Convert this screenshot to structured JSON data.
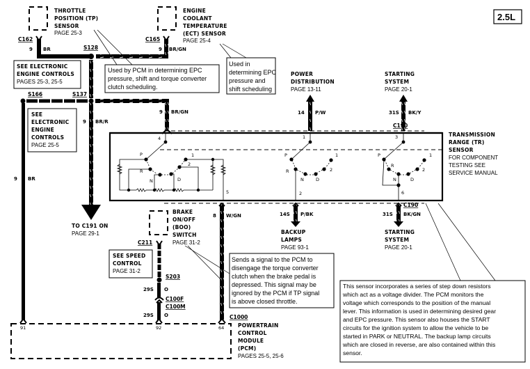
{
  "engine_badge": "2.5L",
  "components": {
    "tp_sensor": {
      "lines": [
        "THROTTLE",
        "POSITION (TP)",
        "SENSOR"
      ],
      "page": "PAGE 25-3",
      "connector": "C162",
      "wire_circuit": "9",
      "wire_color": "BR"
    },
    "ect_sensor": {
      "lines": [
        "ENGINE",
        "COOLANT",
        "TEMPERATURE",
        "(ECT) SENSOR"
      ],
      "page": "PAGE 25-4",
      "connector": "C165",
      "wire_circuit": "9",
      "wire_color": "BR/GN"
    },
    "power_distribution": {
      "lines": [
        "POWER",
        "DISTRIBUTION"
      ],
      "page": "PAGE 13-11",
      "wire_circuit": "14",
      "wire_color": "P/W",
      "pin": "1"
    },
    "starting_system_top": {
      "lines": [
        "STARTING",
        "SYSTEM"
      ],
      "page": "PAGE 20-1",
      "wire_circuit": "31S",
      "wire_color": "BK/Y",
      "pin": "3"
    },
    "tr_sensor": {
      "lines": [
        "TRANSMISSION",
        "RANGE (TR)",
        "SENSOR"
      ],
      "notes": [
        "FOR COMPONENT",
        "TESTING SEE",
        "SERVICE MANUAL"
      ],
      "connector_top": "C190",
      "connector_bottom": "C190"
    },
    "backup_lamps": {
      "lines": [
        "BACKUP",
        "LAMPS"
      ],
      "page": "PAGE 93-1",
      "wire_circuit": "14S",
      "wire_color": "P/BK",
      "pin": "2"
    },
    "starting_system_bottom": {
      "lines": [
        "STARTING",
        "SYSTEM"
      ],
      "page": "PAGE 20-1",
      "wire_circuit": "31S",
      "wire_color": "BK/GN",
      "pin": "6"
    },
    "boo_switch": {
      "lines": [
        "BRAKE",
        "ON/OFF",
        "(BOO)",
        "SWITCH"
      ],
      "page": "PAGE 31-2",
      "connector": "C211"
    },
    "pcm": {
      "lines": [
        "POWERTRAIN",
        "CONTROL",
        "MODULE",
        "(PCM)"
      ],
      "page": "PAGES 25-5, 25-6",
      "connector": "C1000",
      "pins": [
        "91",
        "92",
        "64"
      ]
    }
  },
  "references": {
    "eec_top": {
      "lines": [
        "SEE ELECTRONIC",
        "ENGINE CONTROLS"
      ],
      "page": "PAGES 25-3, 25-5"
    },
    "eec_left": {
      "lines": [
        "SEE",
        "ELECTRONIC",
        "ENGINE",
        "CONTROLS"
      ],
      "page": "PAGE 25-5"
    },
    "speed_control": {
      "lines": [
        "SEE SPEED",
        "CONTROL"
      ],
      "page": "PAGE 31-2"
    },
    "c191": {
      "lines": [
        "TO C191 ON"
      ],
      "page": "PAGE 29-1"
    }
  },
  "splices": {
    "s128": "S128",
    "s137": "S137",
    "s166": "S166",
    "s203": "S203"
  },
  "wires": {
    "left_vertical": {
      "circuit": "9",
      "color": "BR"
    },
    "c191_wire": {
      "circuit": "9",
      "color": "BR/R"
    },
    "tr_pin4_wire": {
      "circuit": "9",
      "color": "BR/GN",
      "pin": "4"
    },
    "tr_pin5_wire": {
      "circuit": "8",
      "color": "W/GN",
      "pin": "5"
    },
    "boo_wire_upper": {
      "circuit": "29S",
      "color": "O"
    },
    "boo_wire_lower": {
      "circuit": "29S",
      "color": "O"
    },
    "inline_connectors": [
      "C100F",
      "C100M"
    ]
  },
  "switch_labels": {
    "p": "P",
    "r": "R",
    "n": "N",
    "d": "D",
    "two": "2",
    "one": "1"
  },
  "callouts": {
    "tp_note": [
      "Used by PCM in determining EPC",
      "pressure, shift and torque converter",
      "clutch scheduling."
    ],
    "ect_note": [
      "Used in",
      "determining EPC",
      "pressure and",
      "shift scheduling"
    ],
    "boo_note": [
      "Sends a signal to the PCM to",
      "disengage the torque converter",
      "clutch when the brake pedal is",
      "depressed.  This signal may be",
      "ignored by the PCM if TP signal",
      "is above closed throttle."
    ],
    "tr_note": [
      "This sensor incorporates a series of step down resistors",
      "which act as a voltage divider.  The PCM monitors the",
      "voltage which corresponds to the position of the manual",
      "lever.  This information is used in determining desired gear",
      "and EPC pressure.  This sensor also houses the START",
      "circuits for the ignition system to allow the vehicle to be",
      "started in PARK or NEUTRAL.  The backup lamp circuits",
      "which are closed in reverse, are also contained within this",
      "sensor."
    ]
  }
}
